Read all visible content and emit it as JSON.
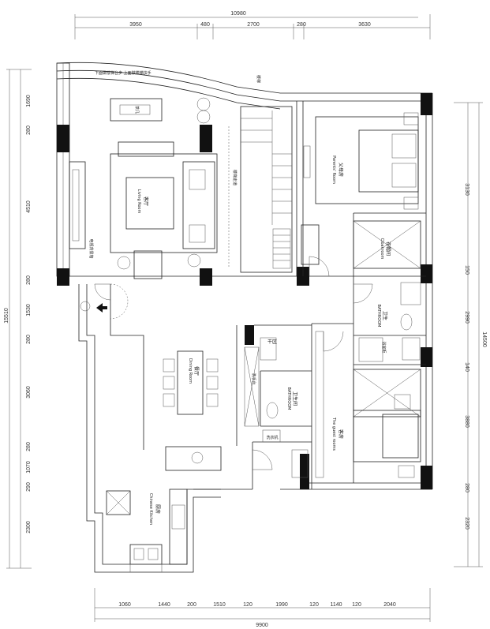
{
  "dimensions": {
    "top_total": "10980",
    "top_segments": [
      "3950",
      "480",
      "2700",
      "280",
      "3630"
    ],
    "bottom_segments": [
      "1060",
      "1440",
      "200",
      "1510",
      "120",
      "1990",
      "120",
      "1140",
      "120",
      "2040"
    ],
    "bottom_total": "9900",
    "left_segments": [
      "1690",
      "280",
      "4510",
      "280",
      "1530",
      "280",
      "3060",
      "280",
      "1070",
      "290",
      "2300"
    ],
    "left_total": "15510",
    "right_segments": [
      "3130",
      "150",
      "2990",
      "140",
      "3880",
      "280",
      "2320"
    ],
    "right_total": "14500"
  },
  "rooms": {
    "living_cn": "客厅",
    "living_en": "Living Room",
    "master_cn": "父母房",
    "master_en": "Parents' Room",
    "cloak_cn": "衣帽间",
    "cloak_en": "Cloakroom",
    "bath1_cn": "卫生",
    "bath1_en": "BATHROOM",
    "dining_cn": "餐厅",
    "dining_en": "Dining Room",
    "bath2_cn": "卫生间",
    "bath2_en": "BATHROOM",
    "guest_cn": "客房",
    "guest_en": "The guest rooms",
    "kitchen_cn": "厨房",
    "kitchen_en": "Chinese Kitchen",
    "dry_cn": "干区"
  },
  "annotations": {
    "top_note": "下面做楼梯台步 上面做楼梯扶手",
    "table_note": "茶几",
    "stair_note": "楼梯",
    "tv_note": "电视背景墙",
    "stairs_side": "楼梯走道",
    "wash_note": "洗手台",
    "laundry_note": "洗衣机",
    "bath_label": "浴室柜"
  }
}
